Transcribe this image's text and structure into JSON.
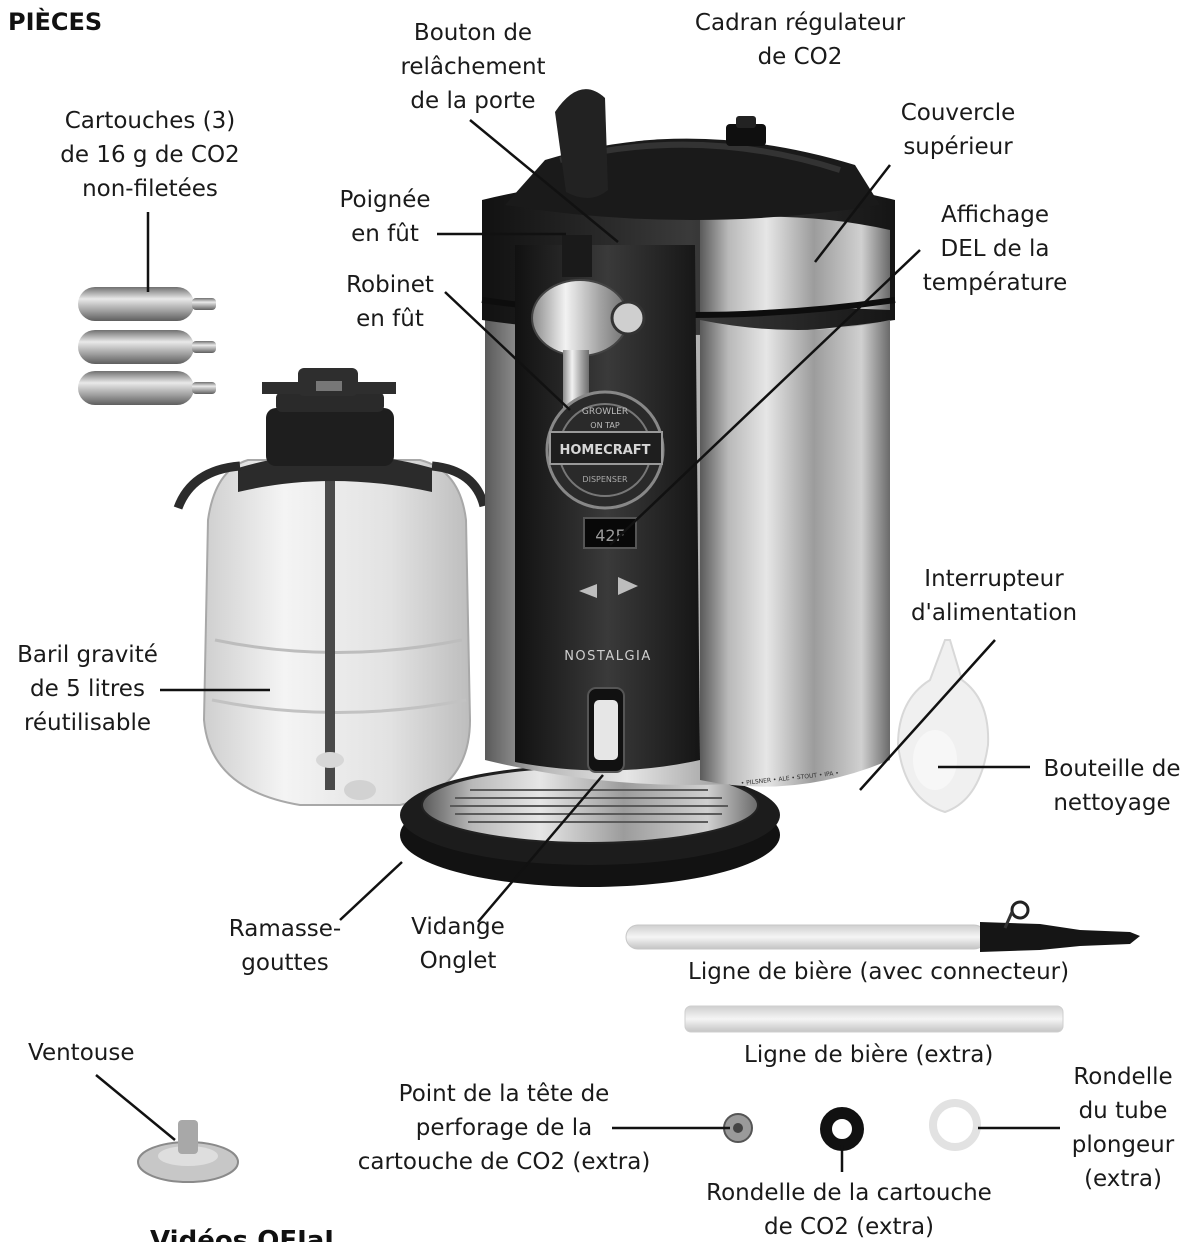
{
  "title": "PIÈCES",
  "cut_text": "Vidéos OFIaL",
  "labels": {
    "co2_cartridges": [
      "Cartouches (3)",
      "de 16 g de CO2",
      "non-filetées"
    ],
    "door_release": [
      "Bouton de",
      "relâchement",
      "de la porte"
    ],
    "co2_regulator": [
      "Cadran régulateur",
      "de CO2"
    ],
    "top_lid": [
      "Couvercle",
      "supérieur"
    ],
    "keg_handle": [
      "Poignée",
      "en fût"
    ],
    "led_display": [
      "Affichage",
      "DEL de la",
      "température"
    ],
    "keg_tap": [
      "Robinet",
      "en fût"
    ],
    "gravity_keg": [
      "Baril gravité",
      "de 5 litres",
      "réutilisable"
    ],
    "power_switch": [
      "Interrupteur",
      "d'alimentation"
    ],
    "cleaning_bottle": [
      "Bouteille de",
      "nettoyage"
    ],
    "drip_tray": [
      "Ramasse-",
      "gouttes"
    ],
    "drain_tab": [
      "Vidange",
      "Onglet"
    ],
    "beer_line_connector": [
      "Ligne de bière (avec connecteur)"
    ],
    "beer_line_extra": [
      "Ligne de bière (extra)"
    ],
    "suction_cup": [
      "Ventouse"
    ],
    "piercing_tip": [
      "Point de la tête de",
      "perforage de la",
      "cartouche de CO2 (extra)"
    ],
    "cartridge_washer": [
      "Rondelle de la cartouche",
      "de CO2 (extra)"
    ],
    "dip_tube_washer": [
      "Rondelle",
      "du tube",
      "plongeur",
      "(extra)"
    ]
  },
  "device": {
    "display_value": "42F",
    "badge_top": "GROWLER",
    "badge_mid": "ON TAP",
    "badge_main": "HOMECRAFT",
    "badge_bottom": "DISPENSER",
    "brand": "NOSTALGIA",
    "style_strip": "• PILSNER • ALE • STOUT • IPA •"
  }
}
